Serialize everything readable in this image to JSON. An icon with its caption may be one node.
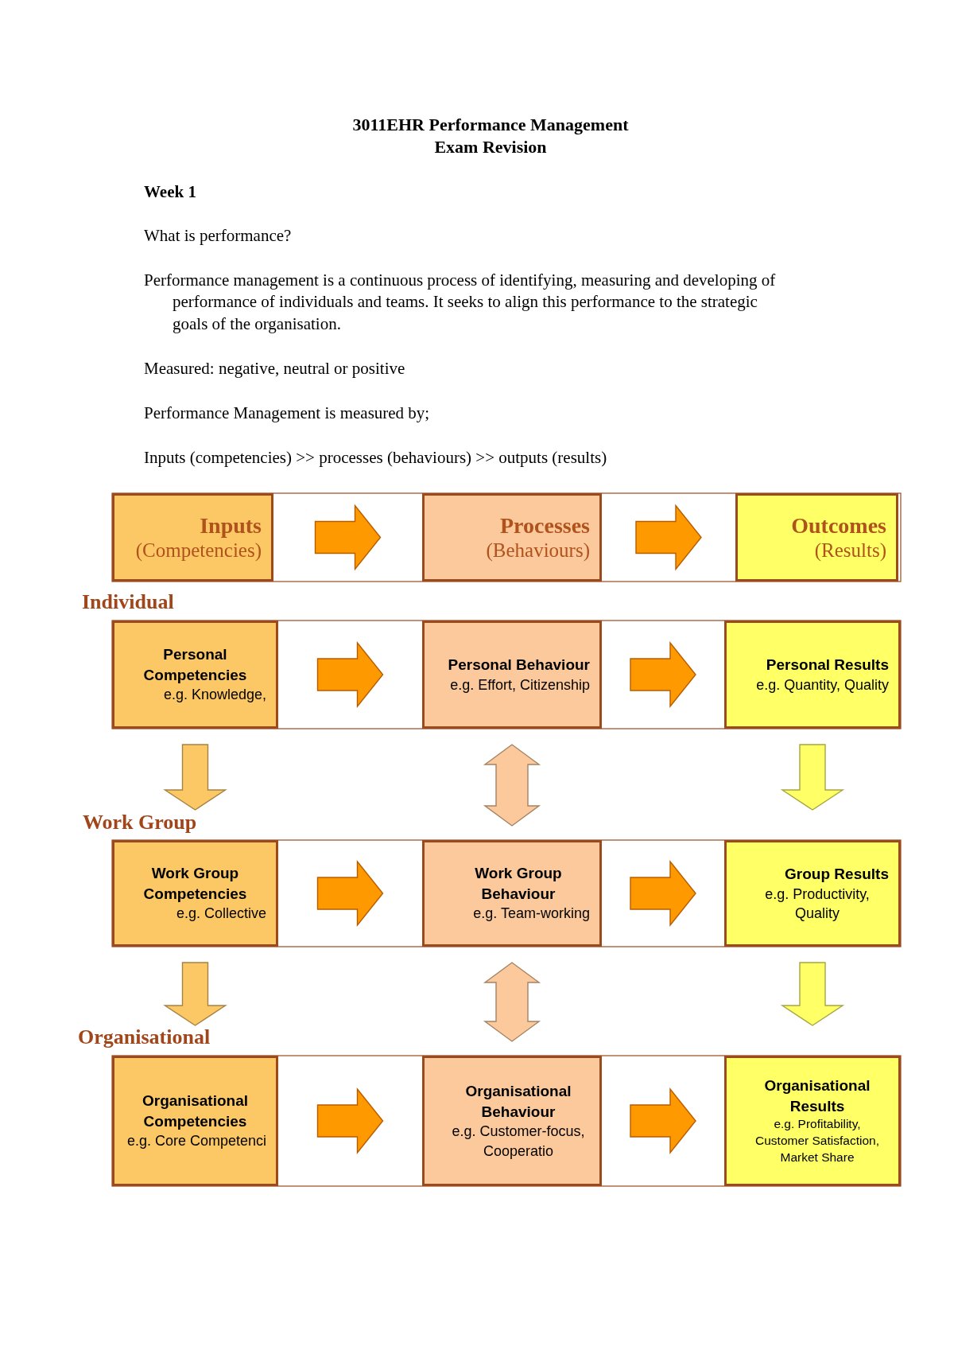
{
  "diagram": {
    "title": "3011EHR Performance Management Exam Revision",
    "nodes": [
      {
        "text": [
          "Inputs",
          "(Competencies)"
        ]
      },
      {
        "text": [
          "Processes",
          "(Behaviours)"
        ]
      },
      {
        "text": [
          "Outcomes",
          "(Results)"
        ]
      },
      {
        "text": [
          "Personal Competencies",
          "e.g. Knowledge,"
        ]
      },
      {
        "text": [
          "Personal Behaviour",
          "e.g. Effort, Citizenship"
        ]
      },
      {
        "text": [
          "Personal Results",
          "e.g. Quantity, Quality"
        ]
      },
      {
        "text": [
          "Work Group Competencies",
          "e.g. Collective"
        ]
      },
      {
        "text": [
          "Work Group Behaviour",
          "e.g. Team-working"
        ]
      },
      {
        "text": [
          "Group Results",
          "e.g. Productivity, Quality"
        ]
      },
      {
        "text": [
          "Organisational Competencies",
          "e.g. Core Competenci"
        ]
      },
      {
        "text": [
          "Organisational Behaviour",
          "e.g. Customer-focus, Cooperatio"
        ]
      },
      {
        "text": [
          "Organisational Results",
          "e.g. Profitability, Customer Satisfaction, Market Share"
        ]
      }
    ],
    "edges": [
      {
        "from": 0,
        "to": 1,
        "arrow": "to"
      },
      {
        "from": 1,
        "to": 2,
        "arrow": "to"
      },
      {
        "from": 3,
        "to": 4,
        "arrow": "to"
      },
      {
        "from": 4,
        "to": 5,
        "arrow": "to"
      },
      {
        "from": 3,
        "to": 6,
        "arrow": "to",
        "color": "#fcc866"
      },
      {
        "from": 4,
        "to": 7,
        "arrow": "both",
        "color": "#fbc99b"
      },
      {
        "from": 5,
        "to": 8,
        "arrow": "to",
        "color": "#ffff66"
      },
      {
        "from": 6,
        "to": 7,
        "arrow": "to"
      },
      {
        "from": 7,
        "to": 8,
        "arrow": "to"
      },
      {
        "from": 6,
        "to": 9,
        "arrow": "to",
        "color": "#fcc866"
      },
      {
        "from": 7,
        "to": 10,
        "arrow": "both",
        "color": "#fbc99b"
      },
      {
        "from": 8,
        "to": 11,
        "arrow": "to",
        "color": "#ffff66"
      },
      {
        "from": 9,
        "to": 10,
        "arrow": "to"
      },
      {
        "from": 10,
        "to": 11,
        "arrow": "to"
      }
    ],
    "labels": [
      "Week 1",
      "What is performance?",
      "Performance management is a continuous process of identifying, measuring and developing of performance of individuals and teams. It seeks to align this performance to the strategic goals of the organisation.",
      "Measured: negative, neutral or positive",
      "Performance Management is measured by;",
      "Inputs (competencies) >> processes (behaviours) >> outputs (results)",
      "Individual",
      "Work Group",
      "Organisational"
    ]
  }
}
